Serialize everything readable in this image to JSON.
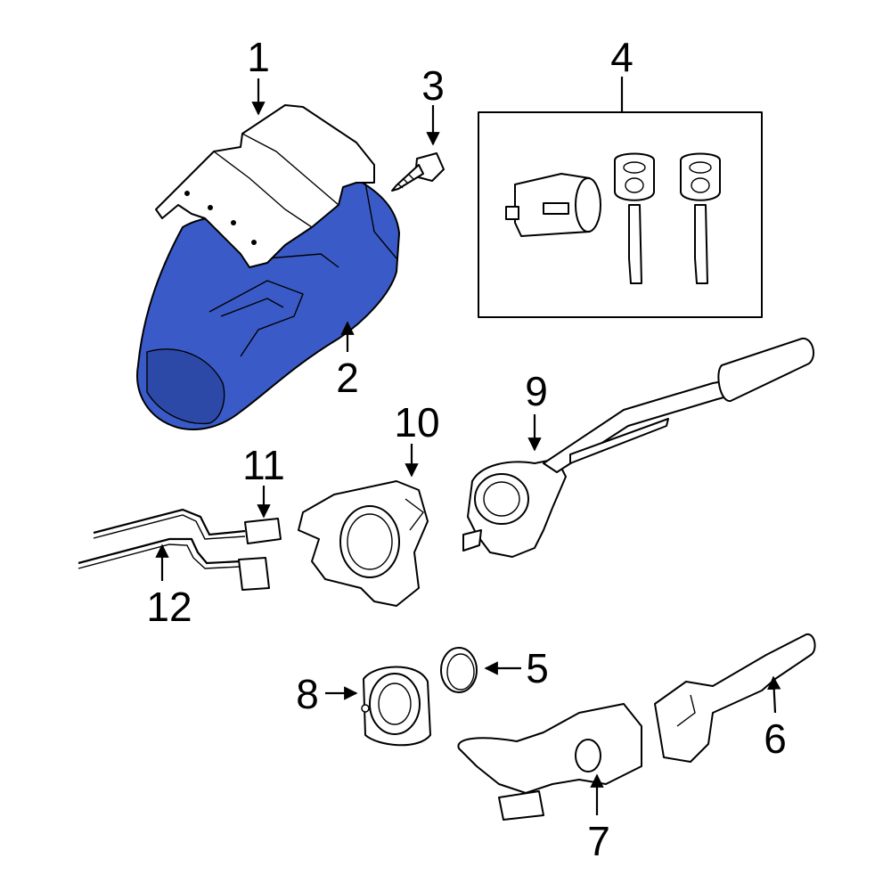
{
  "callouts": {
    "c1": "1",
    "c2": "2",
    "c3": "3",
    "c4": "4",
    "c5": "5",
    "c6": "6",
    "c7": "7",
    "c8": "8",
    "c9": "9",
    "c10": "10",
    "c11": "11",
    "c12": "12"
  },
  "colors": {
    "highlight": "#3a5bc7",
    "line": "#000000",
    "background": "#ffffff"
  }
}
